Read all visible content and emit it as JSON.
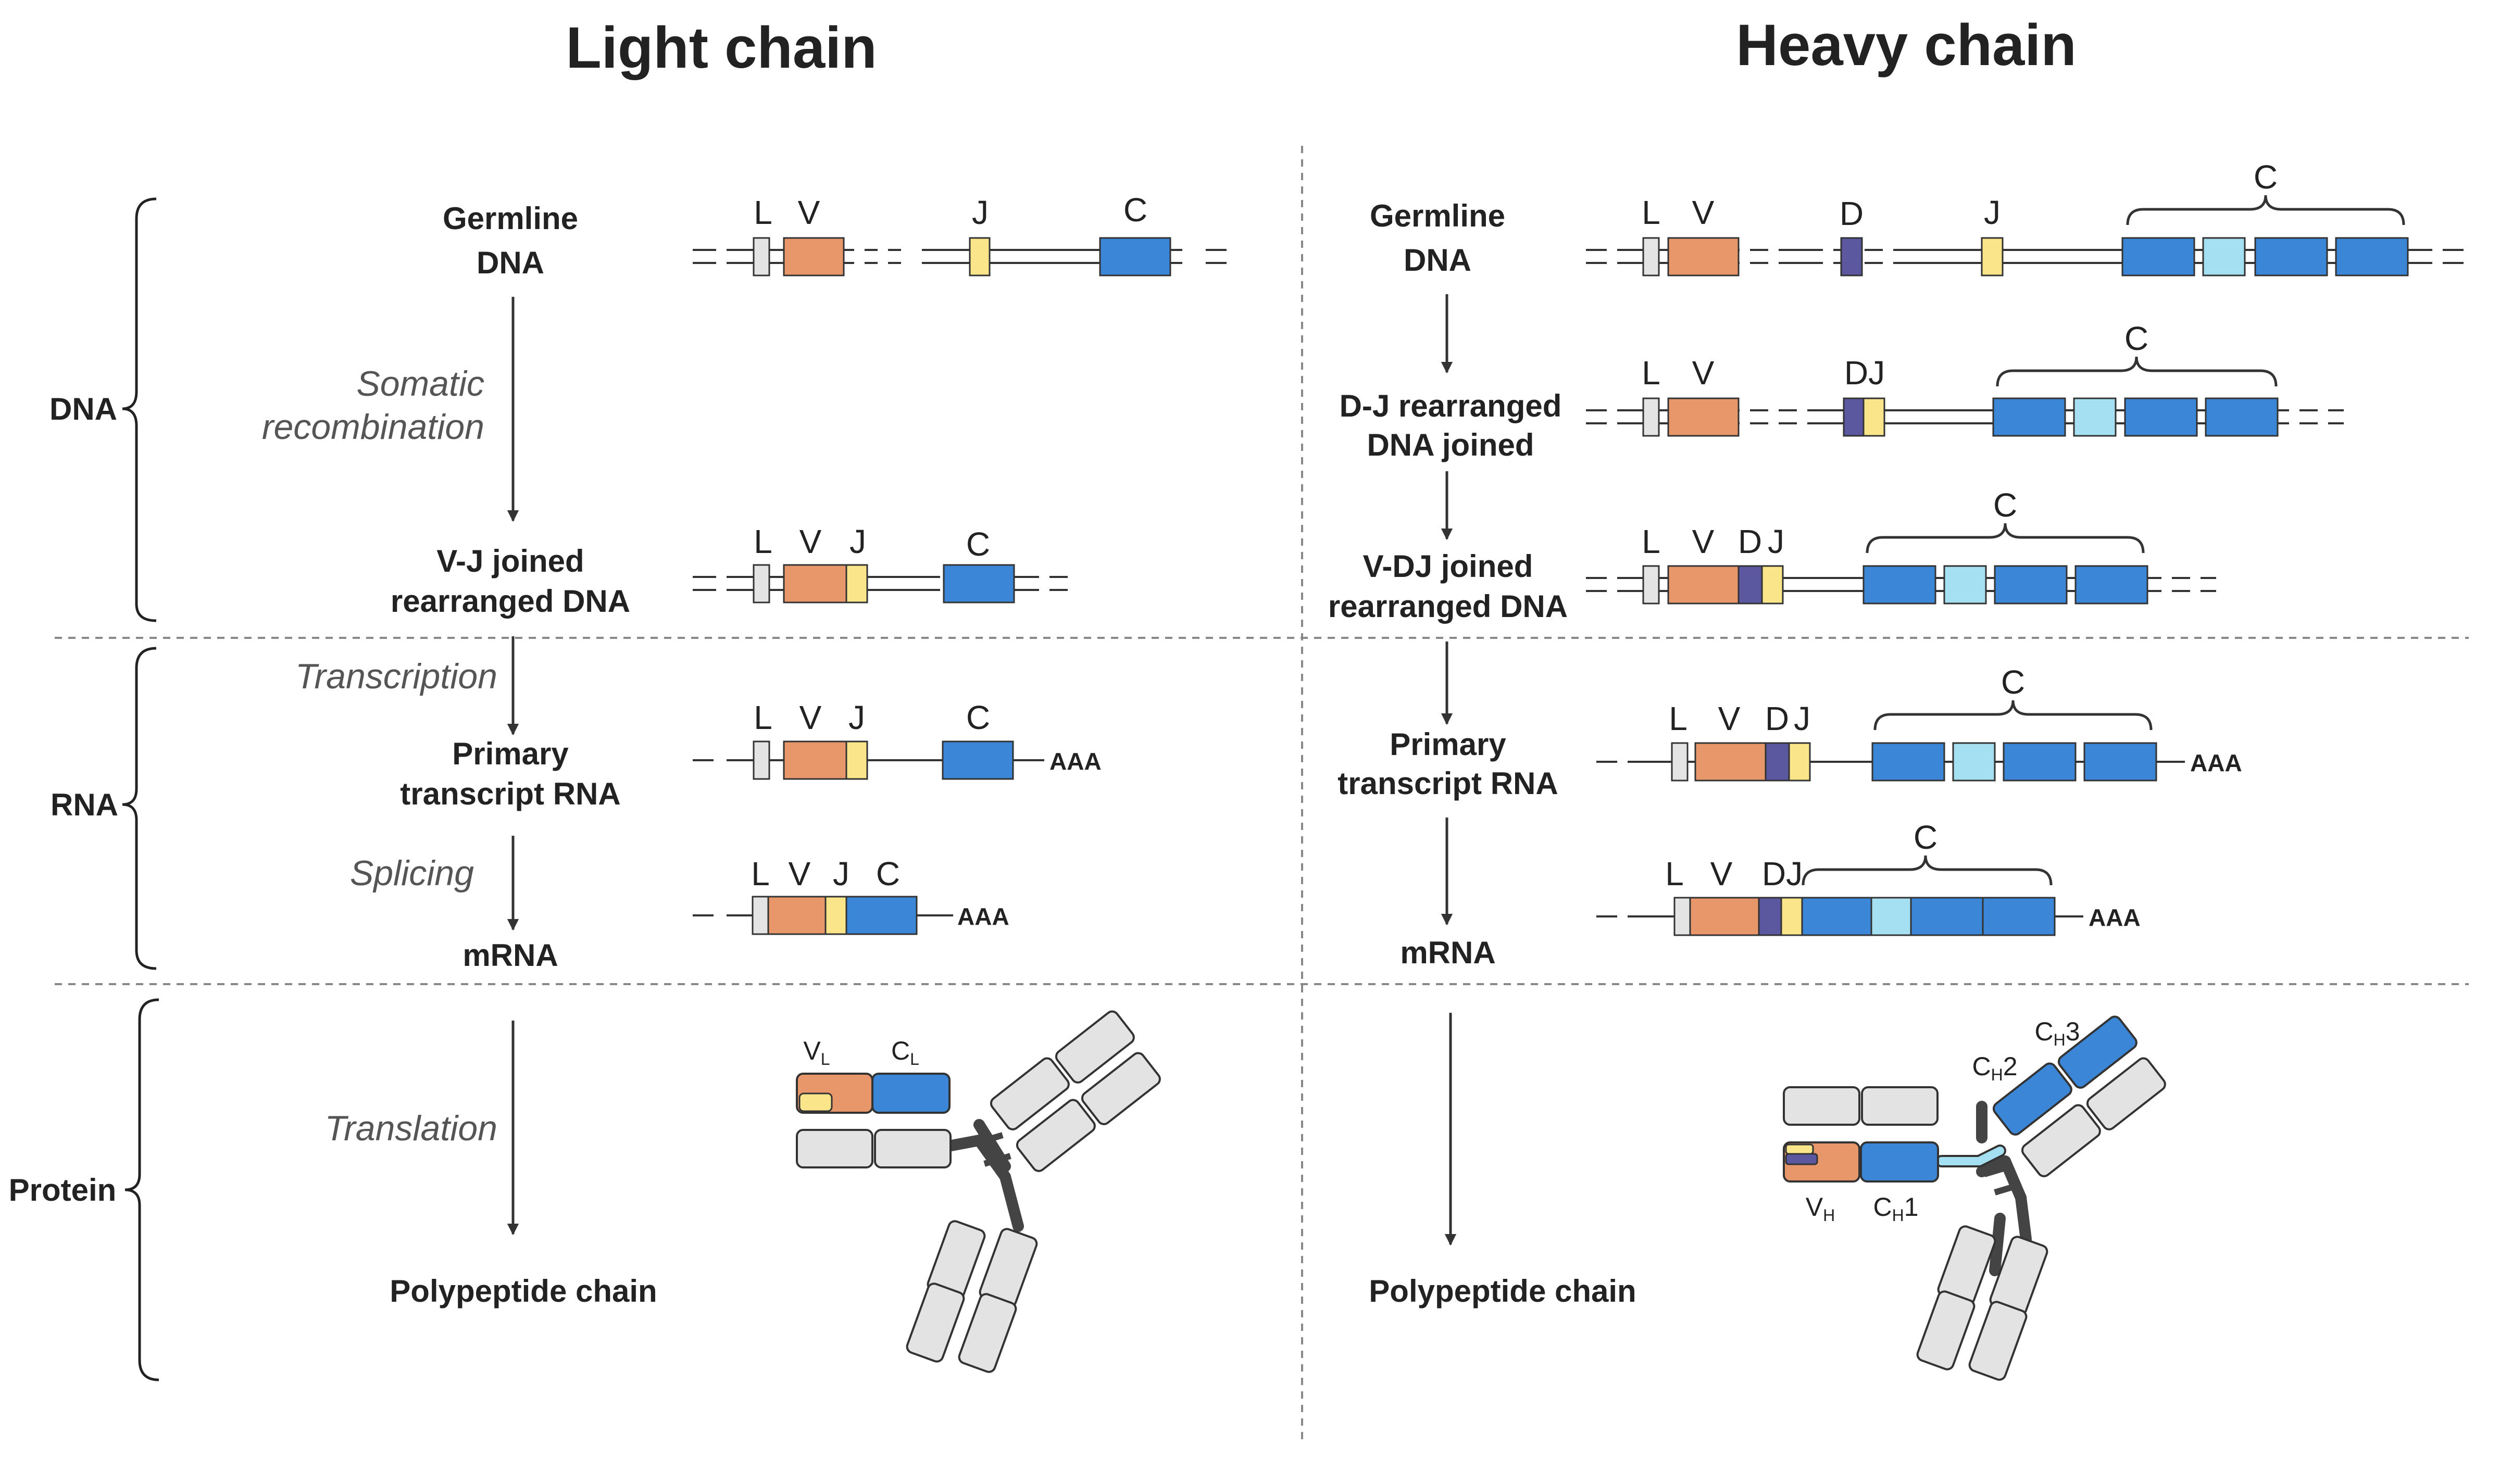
{
  "titles": {
    "light": "Light chain",
    "heavy": "Heavy chain"
  },
  "sections": {
    "dna": "DNA",
    "rna": "RNA",
    "protein": "Protein"
  },
  "light": {
    "germline_1": "Germline",
    "germline_2": "DNA",
    "somatic_1": "Somatic",
    "somatic_2": "recombination",
    "vj_1": "V-J joined",
    "vj_2": "rearranged DNA",
    "transcription": "Transcription",
    "primary_1": "Primary",
    "primary_2": "transcript RNA",
    "splicing": "Splicing",
    "mrna": "mRNA",
    "translation": "Translation",
    "polypeptide": "Polypeptide chain"
  },
  "heavy": {
    "germline_1": "Germline",
    "germline_2": "DNA",
    "dj_1": "D-J rearranged",
    "dj_2": "DNA joined",
    "vdj_1": "V-DJ joined",
    "vdj_2": "rearranged DNA",
    "primary_1": "Primary",
    "primary_2": "transcript RNA",
    "mrna": "mRNA",
    "polypeptide": "Polypeptide chain"
  },
  "segments": {
    "L": "L",
    "V": "V",
    "D": "D",
    "J": "J",
    "C": "C",
    "DJ": "DJ",
    "polyA": "AAA"
  },
  "domains": {
    "VL": "V",
    "VL_sub": "L",
    "CL": "C",
    "CL_sub": "L",
    "VH": "V",
    "VH_sub": "H",
    "CH1": "C",
    "CH1_sub": "H",
    "CH1_num": "1",
    "CH2": "C",
    "CH2_sub": "H",
    "CH2_num": "2",
    "CH3": "C",
    "CH3_sub": "H",
    "CH3_num": "3"
  },
  "colors": {
    "leader": "#e4e4e4",
    "v_segment": "#e8976a",
    "d_segment": "#5b58a0",
    "j_segment": "#fbe58a",
    "c_segment": "#3b86d6",
    "c_light": "#a5e0f2",
    "domain_grey": "#e3e3e3",
    "line": "#333333",
    "divider": "#888888"
  }
}
